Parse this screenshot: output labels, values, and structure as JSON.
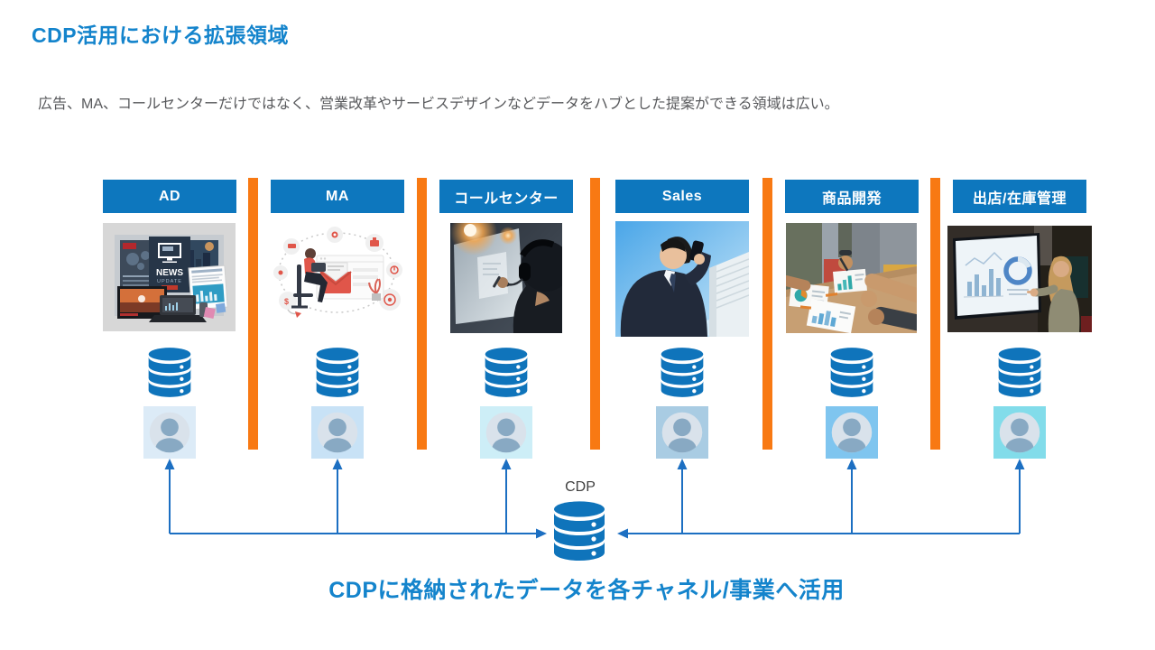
{
  "slide": {
    "title": "CDP活用における拡張領域",
    "subtitle": "広告、MA、コールセンターだけではなく、営業改革やサービスデザインなどデータをハブとした提案ができる領域は広い。",
    "cdp_label": "CDP",
    "bottom_caption": "CDPに格納されたデータを各チャネル/事業へ活用"
  },
  "colors": {
    "title_blue": "#1484CC",
    "header_blue": "#0D77BE",
    "database_blue": "#0F74BB",
    "arrow_blue": "#1C6FC2",
    "divider_orange": "#F87913",
    "subtitle_gray": "#57585B",
    "cdp_label_gray": "#404040"
  },
  "columns": [
    {
      "label": "AD",
      "person_bg": "#DCEBF7",
      "image": "news-media-website-collage",
      "image_text_line1": "NEWS",
      "image_text_line2": "UPDATE"
    },
    {
      "label": "MA",
      "person_bg": "#C8E2F6",
      "image": "marketing-automation-illustration"
    },
    {
      "label": "コールセンター",
      "person_bg": "#CDEEF7",
      "image": "call-center-operator-with-headset-photo"
    },
    {
      "label": "Sales",
      "person_bg": "#A9CCE3",
      "image": "businessman-talking-on-phone-photo"
    },
    {
      "label": "商品開発",
      "person_bg": "#7FC5EF",
      "image": "team-reviewing-charts-on-table-photo"
    },
    {
      "label": "出店/在庫管理",
      "person_bg": "#82DCEA",
      "image": "woman-presenting-charts-on-screen-photo"
    }
  ]
}
